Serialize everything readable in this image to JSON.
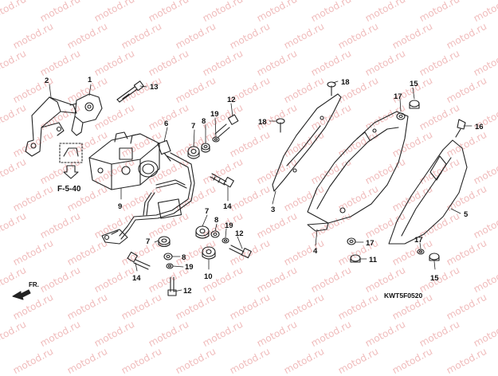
{
  "watermark": "motod.ru",
  "diagram_code": "KWT5F0520",
  "reference": "F-5-40",
  "front_label": "FR.",
  "callouts": [
    "1",
    "2",
    "3",
    "4",
    "5",
    "6",
    "7",
    "7",
    "7",
    "8",
    "8",
    "8",
    "9",
    "10",
    "11",
    "12",
    "12",
    "12",
    "13",
    "14",
    "14",
    "14",
    "15",
    "15",
    "16",
    "17",
    "17",
    "17",
    "18",
    "18",
    "19",
    "19",
    "19"
  ],
  "colors": {
    "line": "#222222",
    "watermark": "#f0bcbc",
    "background": "#ffffff"
  },
  "icons": [
    "front-arrow-icon",
    "reference-arrow-icon"
  ]
}
